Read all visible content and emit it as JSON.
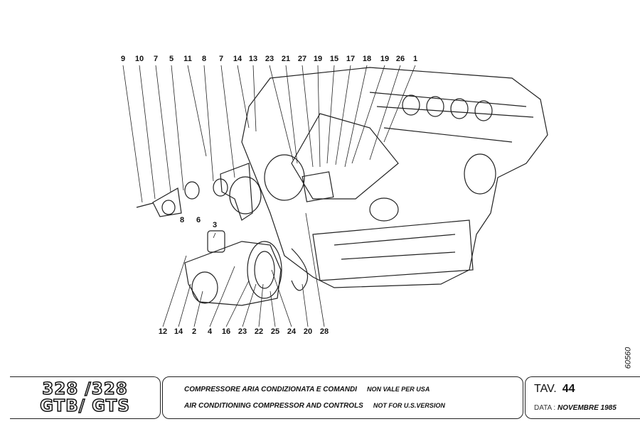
{
  "callouts_top": [
    "9",
    "10",
    "7",
    "5",
    "11",
    "8",
    "7",
    "14",
    "13",
    "23",
    "21",
    "27",
    "19",
    "15",
    "17",
    "18",
    "19",
    "26",
    "1"
  ],
  "callouts_mid": [
    "8",
    "6",
    "3"
  ],
  "callouts_bottom": [
    "12",
    "14",
    "2",
    "4",
    "16",
    "23",
    "22",
    "25",
    "24",
    "20",
    "28"
  ],
  "document_number": "60560",
  "title_block": {
    "logo_line1": "328 /328",
    "logo_line2": "GTB/ GTS",
    "title_it": "COMPRESSORE ARIA CONDIZIONATA E COMANDI",
    "note_it": "NON VALE PER USA",
    "title_en": "AIR CONDITIONING COMPRESSOR AND CONTROLS",
    "note_en": "NOT FOR U.S.VERSION",
    "tav_label": "TAV.",
    "tav_number": "44",
    "date_label": "DATA :",
    "date_value": "NOVEMBRE 1985"
  }
}
